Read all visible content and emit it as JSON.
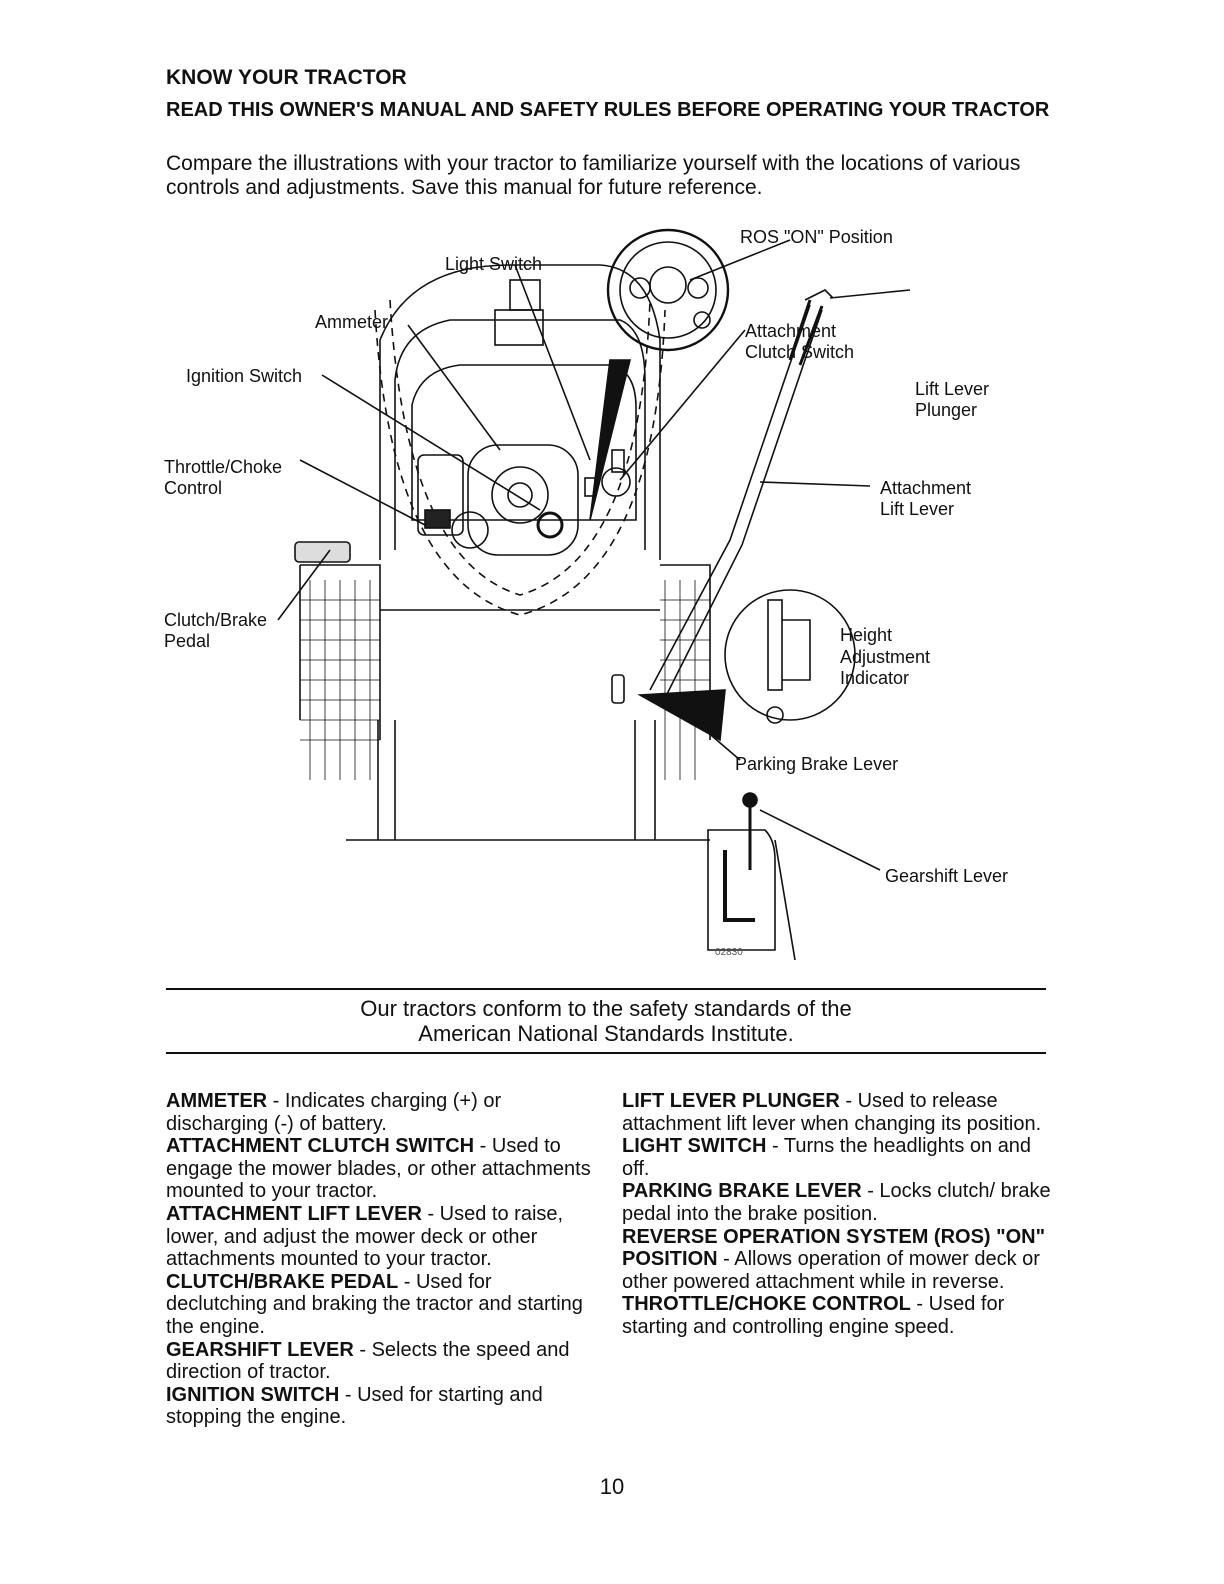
{
  "header": {
    "title": "KNOW YOUR TRACTOR",
    "subtitle": "READ THIS OWNER'S MANUAL AND SAFETY RULES BEFORE OPERATING YOUR TRACTOR",
    "intro": "Compare the illustrations with your tractor to familiarize yourself with the locations of various controls and adjustments. Save this manual for future reference."
  },
  "diagram": {
    "labels": {
      "ros_on": "ROS \"ON\" Position",
      "light_switch": "Light Switch",
      "ammeter": "Ammeter",
      "ignition_switch": "Ignition Switch",
      "attachment_clutch_1": "Attachment",
      "attachment_clutch_2": "Clutch Switch",
      "lift_plunger_1": "Lift Lever",
      "lift_plunger_2": "Plunger",
      "throttle_1": "Throttle/Choke",
      "throttle_2": "Control",
      "attachment_lift_1": "Attachment",
      "attachment_lift_2": "Lift Lever",
      "clutch_brake_1": "Clutch/Brake",
      "clutch_brake_2": "Pedal",
      "height_1": "Height",
      "height_2": "Adjustment",
      "height_3": "Indicator",
      "parking_brake": "Parking Brake Lever",
      "gearshift": "Gearshift Lever"
    },
    "figure_code": "02830"
  },
  "notice": {
    "line1": "Our tractors conform to the safety standards of the",
    "line2": "American National Standards Institute."
  },
  "definitions_left": [
    {
      "term": "AMMETER",
      "text": " - Indicates charging (+) or discharging (-) of battery."
    },
    {
      "term": "ATTACHMENT CLUTCH SWITCH",
      "text": " - Used to engage the mower blades, or other attachments mounted to your tractor."
    },
    {
      "term": "ATTACHMENT LIFT LEVER",
      "text": " - Used to raise, lower, and adjust the mower deck or other attachments mounted to your tractor."
    },
    {
      "term": "CLUTCH/BRAKE PEDAL",
      "text": " - Used for declutching and braking the tractor and starting the engine."
    },
    {
      "term": "GEARSHIFT LEVER",
      "text": " - Selects the speed and direction of tractor."
    },
    {
      "term": "IGNITION SWITCH",
      "text": " - Used for starting and stopping the engine."
    }
  ],
  "definitions_right": [
    {
      "term": "LIFT LEVER PLUNGER",
      "text": " - Used to release attachment lift lever when changing its position."
    },
    {
      "term": "LIGHT SWITCH",
      "text": " - Turns the headlights on and off."
    },
    {
      "term": "PARKING BRAKE LEVER",
      "text": " - Locks clutch/ brake pedal into the brake position."
    },
    {
      "term": "REVERSE OPERATION SYSTEM (ROS) \"ON\" POSITION",
      "text": " - Allows operation of mower deck or other powered attachment while in reverse."
    },
    {
      "term": "THROTTLE/CHOKE CONTROL",
      "text": " - Used for starting and controlling engine speed."
    }
  ],
  "page_number": "10"
}
